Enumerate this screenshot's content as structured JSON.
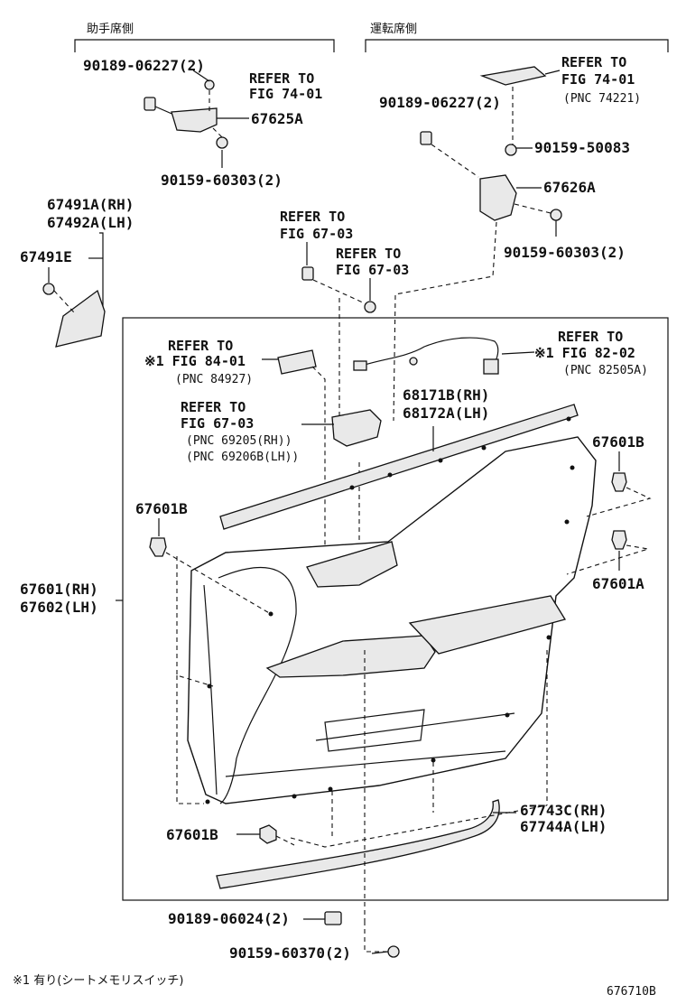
{
  "headers": {
    "passenger_side": "助手席側",
    "driver_side": "運転席側"
  },
  "labels": {
    "l_90189_06227_left": "90189-06227(2)",
    "l_refer_74_01_left_1": "REFER TO",
    "l_refer_74_01_left_2": "FIG 74-01",
    "l_67625A": "67625A",
    "l_90159_60303_left": "90159-60303(2)",
    "l_67491A": "67491A(RH)",
    "l_67492A": "67492A(LH)",
    "l_67491E": "67491E",
    "l_refer_74_01_right_1": "REFER TO",
    "l_refer_74_01_right_2": "FIG 74-01",
    "l_pnc_74221": "(PNC 74221)",
    "l_90189_06227_right": "90189-06227(2)",
    "l_90159_50083": "90159-50083",
    "l_67626A": "67626A",
    "l_90159_60303_right": "90159-60303(2)",
    "l_refer_67_03_a_1": "REFER TO",
    "l_refer_67_03_a_2": "FIG 67-03",
    "l_refer_67_03_b_1": "REFER TO",
    "l_refer_67_03_b_2": "FIG 67-03",
    "l_refer_84_01_1": "REFER TO",
    "l_refer_84_01_2": "※1 FIG 84-01",
    "l_pnc_84927": "(PNC 84927)",
    "l_refer_82_02_1": "REFER TO",
    "l_refer_82_02_2": "※1 FIG 82-02",
    "l_pnc_82505A": "(PNC 82505A)",
    "l_refer_67_03_c_1": "REFER TO",
    "l_refer_67_03_c_2": "FIG 67-03",
    "l_pnc_69205": "(PNC 69205(RH))",
    "l_pnc_69206B": "(PNC 69206B(LH))",
    "l_68171B": "68171B(RH)",
    "l_68172A": "68172A(LH)",
    "l_67601B_top_right": "67601B",
    "l_67601B_left": "67601B",
    "l_67601A": "67601A",
    "l_67601": "67601(RH)",
    "l_67602": "67602(LH)",
    "l_67743C": "67743C(RH)",
    "l_67744A": "67744A(LH)",
    "l_67601B_bottom": "67601B",
    "l_90189_06024": "90189-06024(2)",
    "l_90159_60370": "90159-60370(2)"
  },
  "footnote": "※1 有り(シートメモリスイッチ)",
  "figure_number": "676710B"
}
